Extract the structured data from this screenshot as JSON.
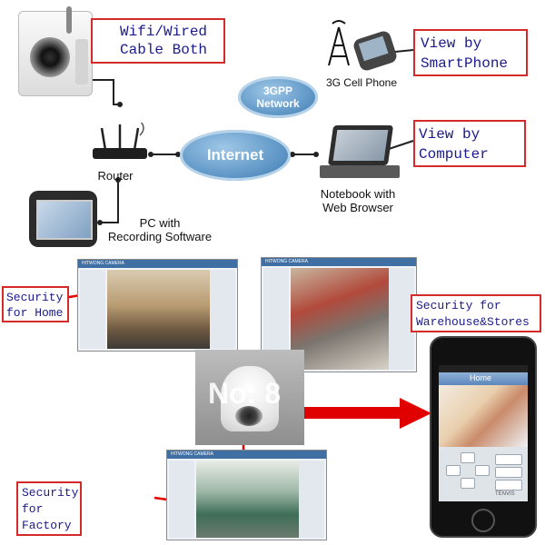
{
  "callouts": {
    "wifi": "Wifi/Wired\nCable Both",
    "smartphone": "View by\nSmartPhone",
    "computer": "View by\nComputer",
    "home": "Security\nfor Home",
    "warehouse": "Security for\nWarehouse&Stores",
    "factory": "Security\nfor\nFactory"
  },
  "clouds": {
    "gpp": "3GPP\nNetwork",
    "internet": "Internet"
  },
  "labels": {
    "router": "Router",
    "pc": "PC with\nRecording Software",
    "cell": "3G Cell Phone",
    "notebook": "Notebook with\nWeb Browser"
  },
  "screens": {
    "title": "HITWONG CAMERA"
  },
  "camera_overlay": "No: 8",
  "phone": {
    "carrier": "",
    "nav": "Home",
    "brand": "TENVIS"
  },
  "colors": {
    "callout_border": "#d42a2a",
    "callout_text": "#1a1a8c",
    "arrow": "#e00000",
    "cloud": "#5f97c7"
  }
}
